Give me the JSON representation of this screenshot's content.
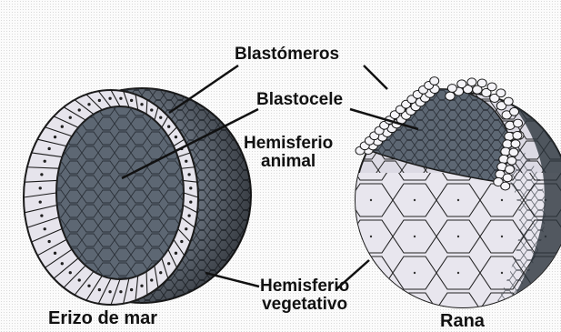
{
  "labels": {
    "blastomeros": "Blastómeros",
    "blastocele": "Blastocele",
    "hemisferio_animal": [
      "Hemisferio",
      "animal"
    ],
    "hemisferio_vegetativo": [
      "Hemisferio",
      "vegetativo"
    ],
    "erizo_de_mar": "Erizo de mar",
    "rana": "Rana"
  },
  "colors": {
    "cell_fill": "#e6e4ec",
    "cavity_fill": "#5d6773",
    "outline": "#1a1a1a",
    "label_text": "#111111"
  }
}
